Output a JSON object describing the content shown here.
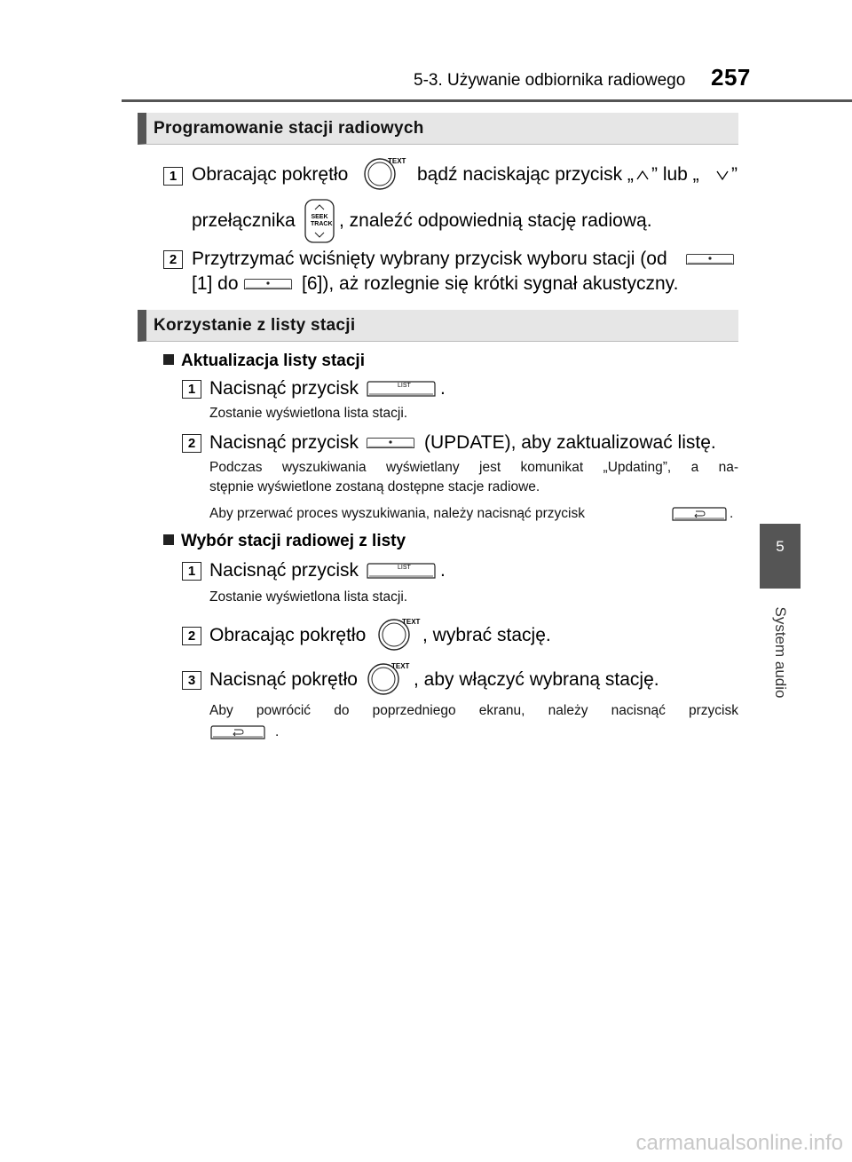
{
  "header": {
    "section": "5-3. Używanie odbiornika radiowego",
    "page_number": "257"
  },
  "side_tab": {
    "number": "5",
    "label": "System audio"
  },
  "sections": {
    "prog": {
      "title": "Programowanie stacji radiowych",
      "step1": {
        "num": "1",
        "part_a": "Obracając pokrętło",
        "part_b": "bądź naciskając przycisk „",
        "part_c": "” lub „",
        "part_d": "”",
        "line2_a": "przełącznika",
        "line2_b": ", znaleźć odpowiednią stację radiową."
      },
      "step2": {
        "num": "2",
        "line1": "Przytrzymać wciśnięty wybrany przycisk wyboru stacji (od",
        "line2_a": "[1] do",
        "line2_b": "[6]), aż rozlegnie się krótki sygnał akustyczny."
      }
    },
    "list": {
      "title": "Korzystanie z listy stacji",
      "update": {
        "heading": "Aktualizacja listy stacji",
        "step1_num": "1",
        "step1_text": "Nacisnąć przycisk",
        "step1_end": ".",
        "step1_note": "Zostanie wyświetlona lista stacji.",
        "step2_num": "2",
        "step2_text": "Nacisnąć przycisk",
        "step2_end": "(UPDATE), aby zaktualizować listę.",
        "note_a1": "Podczas wyszukiwania wyświetlany jest komunikat „Updating”, a na-",
        "note_a2": "stępnie wyświetlone zostaną dostępne stacje radiowe.",
        "note_b": "Aby przerwać proces wyszukiwania, należy nacisnąć przycisk",
        "note_b_end": "."
      },
      "select": {
        "heading": "Wybór stacji radiowej z listy",
        "step1_num": "1",
        "step1_text": "Nacisnąć przycisk",
        "step1_end": ".",
        "step1_note": "Zostanie wyświetlona lista stacji.",
        "step2_num": "2",
        "step2_a": "Obracając pokrętło",
        "step2_b": ", wybrać stację.",
        "step3_num": "3",
        "step3_a": "Nacisnąć pokrętło",
        "step3_b": ", aby włączyć wybraną stację.",
        "note1": "Aby powrócić do poprzedniego ekranu, należy nacisnąć przycisk",
        "note2": "."
      }
    }
  },
  "button_labels": {
    "knob": "TEXT",
    "list": "LIST",
    "seek_1": "SEEK",
    "seek_2": "TRACK"
  },
  "watermark": "carmanualsonline.info"
}
